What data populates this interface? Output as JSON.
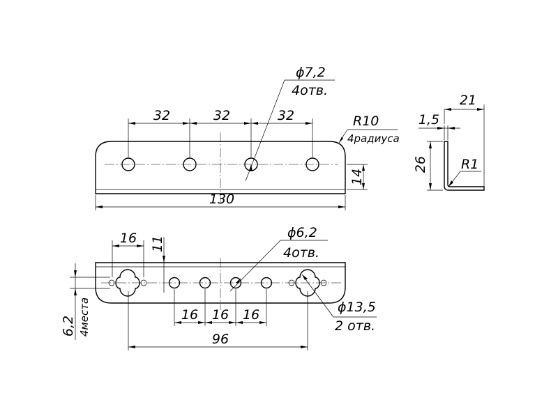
{
  "top_view": {
    "spacing_1": "32",
    "spacing_2": "32",
    "spacing_3": "32",
    "length": "130",
    "height": "14",
    "hole_dia": "ϕ7,2",
    "hole_count": "4отв.",
    "radius": "R10",
    "radius_count": "4радиуса"
  },
  "side_view": {
    "thickness": "1,5",
    "width": "21",
    "height": "26",
    "bend_radius": "R1"
  },
  "bottom_view": {
    "slot_offset": "16",
    "slot_height": "11",
    "hole_dia": "ϕ6,2",
    "hole_count": "4отв.",
    "spacing_1": "16",
    "spacing_2": "16",
    "spacing_3": "16",
    "slot_span": "96",
    "large_dia": "ϕ13,5",
    "large_count": "2 отв.",
    "edge_dim": "6,2",
    "edge_count": "4места"
  }
}
